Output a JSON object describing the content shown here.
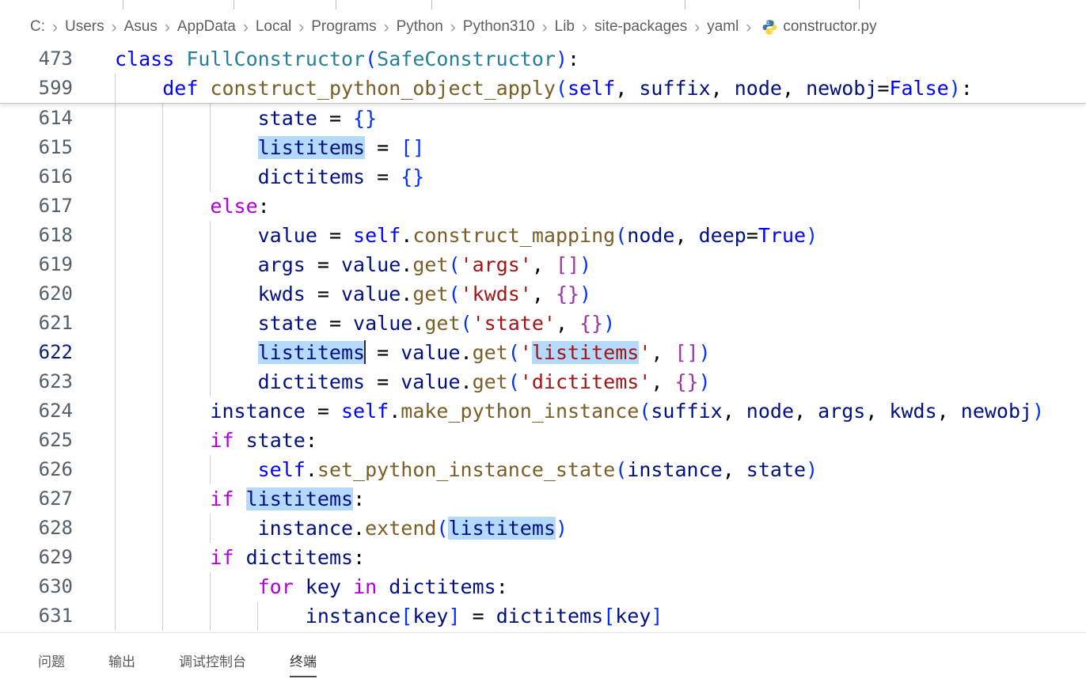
{
  "breadcrumb": {
    "segments": [
      "C:",
      "Users",
      "Asus",
      "AppData",
      "Local",
      "Programs",
      "Python",
      "Python310",
      "Lib",
      "site-packages",
      "yaml"
    ],
    "file": "constructor.py",
    "file_icon": "python-icon",
    "separator_icon": "chevron-right-icon"
  },
  "colors": {
    "highlight": "#b4d9fb",
    "tokens": {
      "kw": "#0000ff",
      "ctrl": "#af00db",
      "cls": "#267f99",
      "fn": "#795e26",
      "var": "#001080",
      "self": "#0000ff",
      "const": "#0000ff",
      "str": "#a31515",
      "txt": "#000000",
      "b1": "#0431fa",
      "b2": "#9b35a3"
    },
    "line_number": "#55606a",
    "active_line_number": "#0b216f"
  },
  "sticky_lines": [
    {
      "number": "473",
      "indent": 0,
      "tokens": [
        {
          "t": "class",
          "c": "kw"
        },
        {
          "t": " ",
          "c": "txt"
        },
        {
          "t": "FullConstructor",
          "c": "cls"
        },
        {
          "t": "(",
          "c": "b1"
        },
        {
          "t": "SafeConstructor",
          "c": "cls"
        },
        {
          "t": ")",
          "c": "b1"
        },
        {
          "t": ":",
          "c": "txt"
        }
      ]
    },
    {
      "number": "599",
      "indent": 1,
      "tokens": [
        {
          "t": "def",
          "c": "kw"
        },
        {
          "t": " ",
          "c": "txt"
        },
        {
          "t": "construct_python_object_apply",
          "c": "fn"
        },
        {
          "t": "(",
          "c": "b1"
        },
        {
          "t": "self",
          "c": "self"
        },
        {
          "t": ", ",
          "c": "txt"
        },
        {
          "t": "suffix",
          "c": "var"
        },
        {
          "t": ", ",
          "c": "txt"
        },
        {
          "t": "node",
          "c": "var"
        },
        {
          "t": ", ",
          "c": "txt"
        },
        {
          "t": "newobj",
          "c": "var"
        },
        {
          "t": "=",
          "c": "txt"
        },
        {
          "t": "False",
          "c": "const"
        },
        {
          "t": ")",
          "c": "b1"
        },
        {
          "t": ":",
          "c": "txt"
        }
      ]
    }
  ],
  "code_lines": [
    {
      "number": "614",
      "indent": 3,
      "tokens": [
        {
          "t": "state",
          "c": "var"
        },
        {
          "t": " = ",
          "c": "txt"
        },
        {
          "t": "{}",
          "c": "b1"
        }
      ]
    },
    {
      "number": "615",
      "indent": 3,
      "tokens": [
        {
          "t": "listitems",
          "c": "var",
          "hl": true
        },
        {
          "t": " = ",
          "c": "txt"
        },
        {
          "t": "[]",
          "c": "b1"
        }
      ]
    },
    {
      "number": "616",
      "indent": 3,
      "tokens": [
        {
          "t": "dictitems",
          "c": "var"
        },
        {
          "t": " = ",
          "c": "txt"
        },
        {
          "t": "{}",
          "c": "b1"
        }
      ]
    },
    {
      "number": "617",
      "indent": 2,
      "tokens": [
        {
          "t": "else",
          "c": "ctrl"
        },
        {
          "t": ":",
          "c": "txt"
        }
      ]
    },
    {
      "number": "618",
      "indent": 3,
      "tokens": [
        {
          "t": "value",
          "c": "var"
        },
        {
          "t": " = ",
          "c": "txt"
        },
        {
          "t": "self",
          "c": "self"
        },
        {
          "t": ".",
          "c": "txt"
        },
        {
          "t": "construct_mapping",
          "c": "fn"
        },
        {
          "t": "(",
          "c": "b1"
        },
        {
          "t": "node",
          "c": "var"
        },
        {
          "t": ", ",
          "c": "txt"
        },
        {
          "t": "deep",
          "c": "var"
        },
        {
          "t": "=",
          "c": "txt"
        },
        {
          "t": "True",
          "c": "const"
        },
        {
          "t": ")",
          "c": "b1"
        }
      ]
    },
    {
      "number": "619",
      "indent": 3,
      "tokens": [
        {
          "t": "args",
          "c": "var"
        },
        {
          "t": " = ",
          "c": "txt"
        },
        {
          "t": "value",
          "c": "var"
        },
        {
          "t": ".",
          "c": "txt"
        },
        {
          "t": "get",
          "c": "fn"
        },
        {
          "t": "(",
          "c": "b1"
        },
        {
          "t": "'args'",
          "c": "str"
        },
        {
          "t": ", ",
          "c": "txt"
        },
        {
          "t": "[]",
          "c": "b2"
        },
        {
          "t": ")",
          "c": "b1"
        }
      ]
    },
    {
      "number": "620",
      "indent": 3,
      "tokens": [
        {
          "t": "kwds",
          "c": "var"
        },
        {
          "t": " = ",
          "c": "txt"
        },
        {
          "t": "value",
          "c": "var"
        },
        {
          "t": ".",
          "c": "txt"
        },
        {
          "t": "get",
          "c": "fn"
        },
        {
          "t": "(",
          "c": "b1"
        },
        {
          "t": "'kwds'",
          "c": "str"
        },
        {
          "t": ", ",
          "c": "txt"
        },
        {
          "t": "{}",
          "c": "b2"
        },
        {
          "t": ")",
          "c": "b1"
        }
      ]
    },
    {
      "number": "621",
      "indent": 3,
      "tokens": [
        {
          "t": "state",
          "c": "var"
        },
        {
          "t": " = ",
          "c": "txt"
        },
        {
          "t": "value",
          "c": "var"
        },
        {
          "t": ".",
          "c": "txt"
        },
        {
          "t": "get",
          "c": "fn"
        },
        {
          "t": "(",
          "c": "b1"
        },
        {
          "t": "'state'",
          "c": "str"
        },
        {
          "t": ", ",
          "c": "txt"
        },
        {
          "t": "{}",
          "c": "b2"
        },
        {
          "t": ")",
          "c": "b1"
        }
      ]
    },
    {
      "number": "622",
      "indent": 3,
      "active": true,
      "tokens": [
        {
          "t": "listitems",
          "c": "var",
          "hl": true,
          "cursor": true
        },
        {
          "t": " = ",
          "c": "txt"
        },
        {
          "t": "value",
          "c": "var"
        },
        {
          "t": ".",
          "c": "txt"
        },
        {
          "t": "get",
          "c": "fn"
        },
        {
          "t": "(",
          "c": "b1"
        },
        {
          "t": "'",
          "c": "str"
        },
        {
          "t": "listitems",
          "c": "str",
          "hl": true
        },
        {
          "t": "'",
          "c": "str"
        },
        {
          "t": ", ",
          "c": "txt"
        },
        {
          "t": "[]",
          "c": "b2"
        },
        {
          "t": ")",
          "c": "b1"
        }
      ]
    },
    {
      "number": "623",
      "indent": 3,
      "tokens": [
        {
          "t": "dictitems",
          "c": "var"
        },
        {
          "t": " = ",
          "c": "txt"
        },
        {
          "t": "value",
          "c": "var"
        },
        {
          "t": ".",
          "c": "txt"
        },
        {
          "t": "get",
          "c": "fn"
        },
        {
          "t": "(",
          "c": "b1"
        },
        {
          "t": "'dictitems'",
          "c": "str"
        },
        {
          "t": ", ",
          "c": "txt"
        },
        {
          "t": "{}",
          "c": "b2"
        },
        {
          "t": ")",
          "c": "b1"
        }
      ]
    },
    {
      "number": "624",
      "indent": 2,
      "tokens": [
        {
          "t": "instance",
          "c": "var"
        },
        {
          "t": " = ",
          "c": "txt"
        },
        {
          "t": "self",
          "c": "self"
        },
        {
          "t": ".",
          "c": "txt"
        },
        {
          "t": "make_python_instance",
          "c": "fn"
        },
        {
          "t": "(",
          "c": "b1"
        },
        {
          "t": "suffix",
          "c": "var"
        },
        {
          "t": ", ",
          "c": "txt"
        },
        {
          "t": "node",
          "c": "var"
        },
        {
          "t": ", ",
          "c": "txt"
        },
        {
          "t": "args",
          "c": "var"
        },
        {
          "t": ", ",
          "c": "txt"
        },
        {
          "t": "kwds",
          "c": "var"
        },
        {
          "t": ", ",
          "c": "txt"
        },
        {
          "t": "newobj",
          "c": "var"
        },
        {
          "t": ")",
          "c": "b1"
        }
      ]
    },
    {
      "number": "625",
      "indent": 2,
      "tokens": [
        {
          "t": "if",
          "c": "ctrl"
        },
        {
          "t": " ",
          "c": "txt"
        },
        {
          "t": "state",
          "c": "var"
        },
        {
          "t": ":",
          "c": "txt"
        }
      ]
    },
    {
      "number": "626",
      "indent": 3,
      "tokens": [
        {
          "t": "self",
          "c": "self"
        },
        {
          "t": ".",
          "c": "txt"
        },
        {
          "t": "set_python_instance_state",
          "c": "fn"
        },
        {
          "t": "(",
          "c": "b1"
        },
        {
          "t": "instance",
          "c": "var"
        },
        {
          "t": ", ",
          "c": "txt"
        },
        {
          "t": "state",
          "c": "var"
        },
        {
          "t": ")",
          "c": "b1"
        }
      ]
    },
    {
      "number": "627",
      "indent": 2,
      "tokens": [
        {
          "t": "if",
          "c": "ctrl"
        },
        {
          "t": " ",
          "c": "txt"
        },
        {
          "t": "listitems",
          "c": "var",
          "hl": true
        },
        {
          "t": ":",
          "c": "txt"
        }
      ]
    },
    {
      "number": "628",
      "indent": 3,
      "tokens": [
        {
          "t": "instance",
          "c": "var"
        },
        {
          "t": ".",
          "c": "txt"
        },
        {
          "t": "extend",
          "c": "fn"
        },
        {
          "t": "(",
          "c": "b1"
        },
        {
          "t": "listitems",
          "c": "var",
          "hl": true
        },
        {
          "t": ")",
          "c": "b1"
        }
      ]
    },
    {
      "number": "629",
      "indent": 2,
      "tokens": [
        {
          "t": "if",
          "c": "ctrl"
        },
        {
          "t": " ",
          "c": "txt"
        },
        {
          "t": "dictitems",
          "c": "var"
        },
        {
          "t": ":",
          "c": "txt"
        }
      ]
    },
    {
      "number": "630",
      "indent": 3,
      "tokens": [
        {
          "t": "for",
          "c": "ctrl"
        },
        {
          "t": " ",
          "c": "txt"
        },
        {
          "t": "key",
          "c": "var"
        },
        {
          "t": " ",
          "c": "txt"
        },
        {
          "t": "in",
          "c": "ctrl"
        },
        {
          "t": " ",
          "c": "txt"
        },
        {
          "t": "dictitems",
          "c": "var"
        },
        {
          "t": ":",
          "c": "txt"
        }
      ]
    },
    {
      "number": "631",
      "indent": 4,
      "tokens": [
        {
          "t": "instance",
          "c": "var"
        },
        {
          "t": "[",
          "c": "b1"
        },
        {
          "t": "key",
          "c": "var"
        },
        {
          "t": "]",
          "c": "b1"
        },
        {
          "t": " = ",
          "c": "txt"
        },
        {
          "t": "dictitems",
          "c": "var"
        },
        {
          "t": "[",
          "c": "b1"
        },
        {
          "t": "key",
          "c": "var"
        },
        {
          "t": "]",
          "c": "b1"
        }
      ]
    }
  ],
  "panel_tabs": [
    {
      "label": "问题",
      "active": false
    },
    {
      "label": "输出",
      "active": false
    },
    {
      "label": "调试控制台",
      "active": false
    },
    {
      "label": "终端",
      "active": true
    }
  ]
}
